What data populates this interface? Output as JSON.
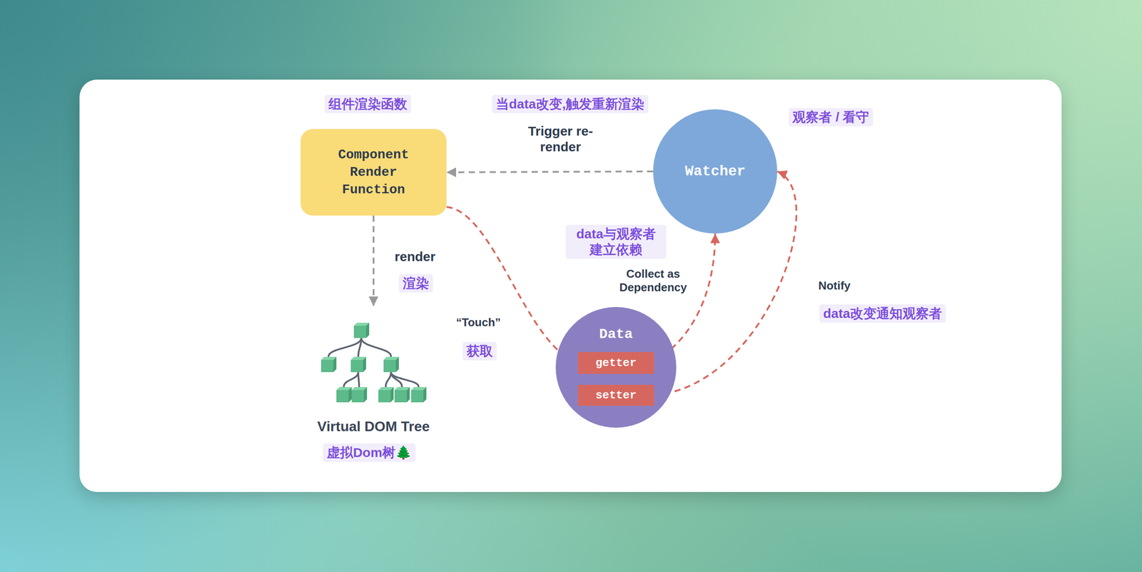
{
  "diagram": {
    "nodes": [
      {
        "text": [
          "Component Render Function"
        ]
      },
      {
        "text": [
          "Watcher"
        ]
      },
      {
        "text": [
          "Virtual DOM Tree"
        ]
      },
      {
        "text": [
          "Data"
        ]
      },
      {
        "text": [
          "getter"
        ],
        "in": 3
      },
      {
        "text": [
          "setter"
        ],
        "in": 3
      }
    ],
    "edges": [
      {
        "from": 1,
        "to": 0,
        "label": "Trigger re-render",
        "arrow": "to"
      },
      {
        "from": 0,
        "to": 2,
        "label": "render",
        "arrow": "to"
      },
      {
        "from": 0,
        "to": 4,
        "label": "“Touch”",
        "arrow": "to"
      },
      {
        "from": 4,
        "to": 1,
        "label": "Collect as Dependency",
        "arrow": "to"
      },
      {
        "from": 5,
        "to": 1,
        "label": "Notify",
        "arrow": "to"
      }
    ],
    "labels": [
      "组件渲染函数",
      "当data改变,触发重新渲染",
      "观察者 / 看守",
      "data与观察者 建立依赖",
      "渲染",
      "获取",
      "data改变通知观察者",
      "虚拟Dom树🌲"
    ]
  }
}
